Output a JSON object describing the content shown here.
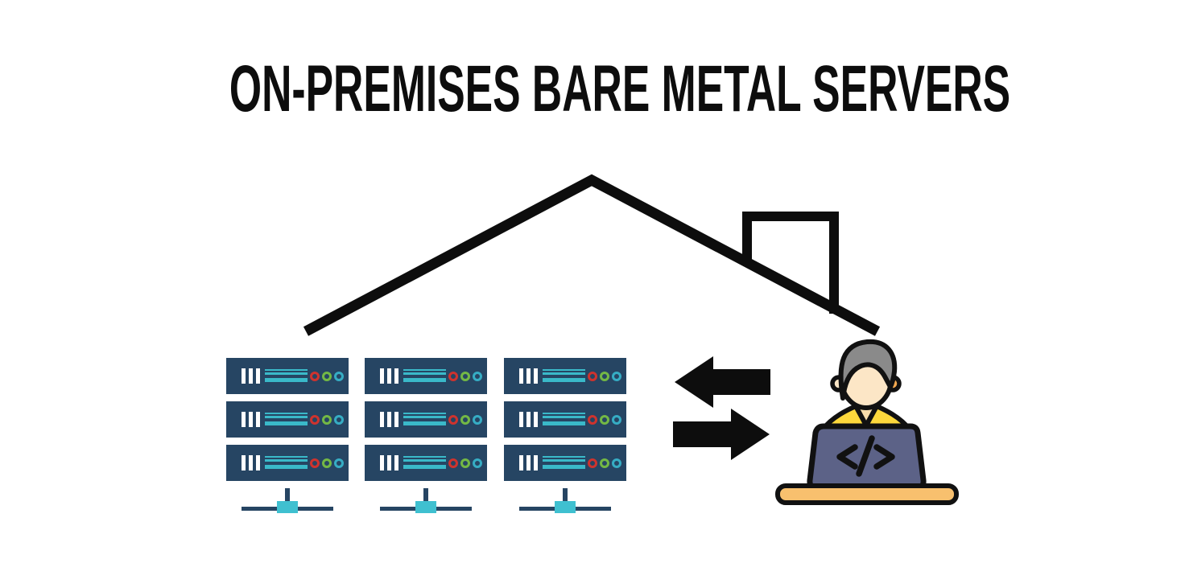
{
  "title": "ON-PREMISES BARE METAL SERVERS",
  "developer": {
    "laptop_symbol": "</>"
  },
  "server_grid": {
    "columns": 3,
    "servers_per_column": 3,
    "total_servers": 9,
    "leds_per_server": [
      "red",
      "green",
      "teal"
    ],
    "vents_per_server": 3
  },
  "arrows": {
    "direction_top": "left",
    "direction_bottom": "right"
  },
  "colors": {
    "background": "#ffffff",
    "ink": "#0d0d0d",
    "server_navy": "#264563",
    "line_teal": "#3ab9c9",
    "node_teal": "#3fc0d0",
    "led_red": "#ce332e",
    "led_green": "#73b845",
    "led_teal": "#36adc4",
    "vent_white": "#ffffff",
    "hair_gray": "#8a8a8a",
    "skin": "#fce6c6",
    "neck_shade": "#f8dcab",
    "ear_orange": "#f2a850",
    "shirt_yellow": "#fdd83c",
    "laptop_slate": "#5c6287",
    "desk_tan": "#f8c06e"
  }
}
